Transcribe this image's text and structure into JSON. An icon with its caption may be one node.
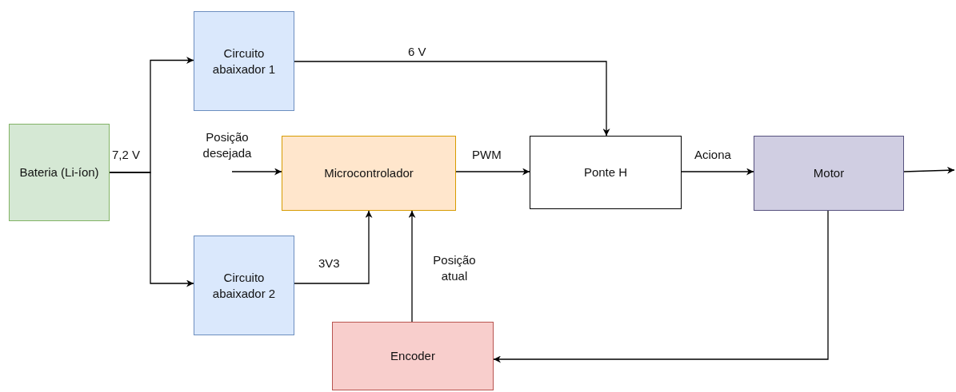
{
  "diagram": {
    "nodes": [
      {
        "text": [
          "Bateria (Li-íon)"
        ]
      },
      {
        "text": [
          "Circuito abaixador 1"
        ]
      },
      {
        "text": [
          "Circuito abaixador 2"
        ]
      },
      {
        "text": [
          "Microcontrolador"
        ]
      },
      {
        "text": [
          "Ponte H"
        ]
      },
      {
        "text": [
          "Motor"
        ]
      },
      {
        "text": [
          "Encoder"
        ]
      }
    ],
    "edges": [
      {
        "from": 0,
        "to": 1,
        "arrow": "to",
        "label": "7,2 V"
      },
      {
        "from": 0,
        "to": 2,
        "arrow": "to"
      },
      {
        "from": 1,
        "to": 4,
        "arrow": "to",
        "label": "6 V"
      },
      {
        "from": 2,
        "to": 3,
        "arrow": "to",
        "label": "3V3"
      },
      {
        "from": null,
        "to": 3,
        "arrow": "to",
        "label": "Posição desejada"
      },
      {
        "from": 3,
        "to": 4,
        "arrow": "to",
        "label": "PWM"
      },
      {
        "from": 4,
        "to": 5,
        "arrow": "to",
        "label": "Aciona"
      },
      {
        "from": 5,
        "to": null,
        "arrow": "to"
      },
      {
        "from": 5,
        "to": 6,
        "arrow": "to"
      },
      {
        "from": 6,
        "to": 3,
        "arrow": "to",
        "label": "Posição atual"
      }
    ]
  }
}
